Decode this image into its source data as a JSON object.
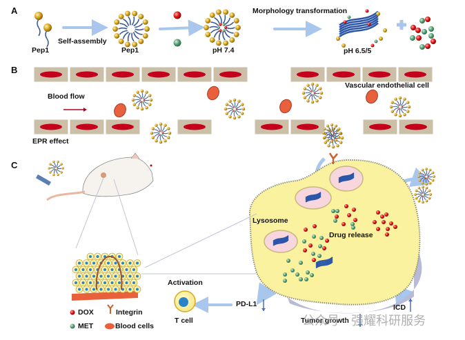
{
  "panels": {
    "A": {
      "letter": "A",
      "labels": {
        "monomer": "Pep1",
        "micelle": "Pep1",
        "self_assembly": "Self-assembly",
        "loaded": "pH 7.4",
        "morphology": "Morphology transformation",
        "fibers": "pH 6.5/5"
      }
    },
    "B": {
      "letter": "B",
      "labels": {
        "blood_flow": "Blood flow",
        "epr": "EPR effect",
        "endothelial": "Vascular endothelial cell"
      }
    },
    "C": {
      "letter": "C",
      "labels": {
        "lysosome": "Lysosome",
        "drug_release": "Drug release",
        "activation": "Activation",
        "t_cell": "T cell",
        "pd_l1": "PD-L1",
        "icd": "ICD",
        "tumor_growth": "Tumor growth"
      },
      "legend": [
        {
          "key": "dox",
          "label": "DOX"
        },
        {
          "key": "integrin",
          "label": "Integrin"
        },
        {
          "key": "met",
          "label": "MET"
        },
        {
          "key": "blood",
          "label": "Blood cells"
        }
      ]
    }
  },
  "watermark": "公众号 · 强耀科研服务",
  "colors": {
    "gold": "#d9a821",
    "chain": "#3b5a9a",
    "dox": "#d91a1a",
    "met": "#5aa37a",
    "endo": "#cbbfa8",
    "nucleus_red": "#c4001a",
    "rbc": "#e8603c",
    "arrow": "#a9c6ec",
    "cell_yellow": "#fbf2a0",
    "cell_shadow": "#b8bad6"
  }
}
